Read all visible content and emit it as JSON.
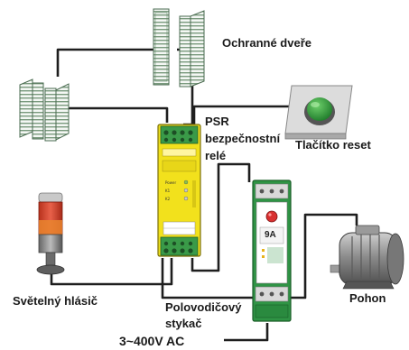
{
  "labels": {
    "ochranne_dvere": "Ochranné dveře",
    "psr_line1": "PSR",
    "psr_line2": "bezpečnostní",
    "psr_line3": "relé",
    "tlacitko_reset": "Tlačítko reset",
    "svetelny_hlasic": "Světelný hlásič",
    "polovodicovy_line1": "Polovodičový",
    "polovodicovy_line2": "stykač",
    "pohon": "Pohon",
    "napajeni": "3~400V AC"
  },
  "contactor": {
    "rating": "9A"
  },
  "colors": {
    "wire": "#1e1e1e",
    "relay_yellow": "#f2e11c",
    "terminal_green": "#3a9a48",
    "contactor_green": "#2f9445",
    "reset_button_green": "#2f9b3e",
    "beacon_red": "#d8452a",
    "beacon_orange": "#e9852e",
    "motor_gray": "#8a8a8a"
  }
}
